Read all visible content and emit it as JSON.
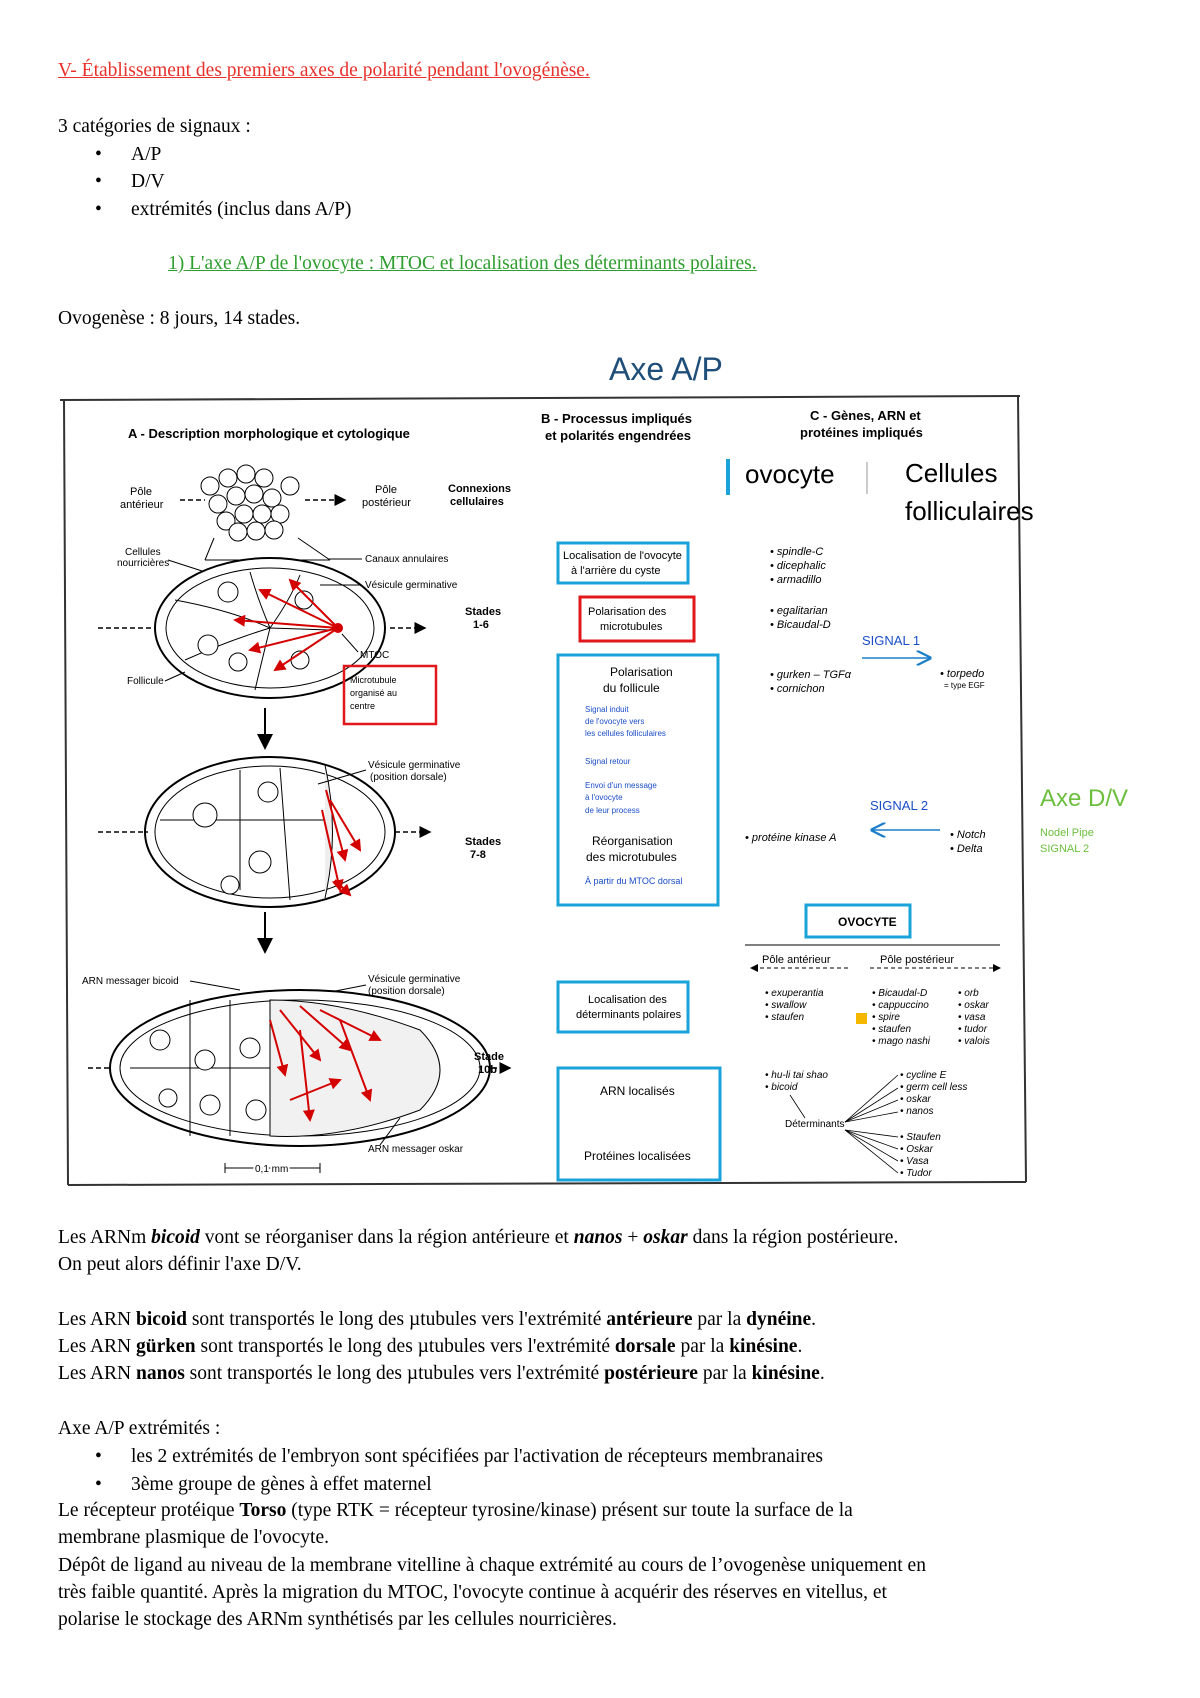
{
  "heading_v": "V- Établissement des premiers axes de polarité pendant l'ovogénèse.",
  "signals_intro": "3 catégories de signaux :",
  "signal_items": [
    "A/P",
    "D/V",
    "extrémités (inclus dans A/P)"
  ],
  "subheading_1": "1)  L'axe A/P de l'ovocyte : MTOC et localisation des déterminants polaires.",
  "ovogenese": "Ovogenèse : 8 jours, 14 stades.",
  "figure": {
    "title": "Axe A/P",
    "col_a": "A - Description morphologique et cytologique",
    "col_b1": "B - Processus impliqués",
    "col_b2": "et polarités engendrées",
    "col_c1": "C - Gènes, ARN et",
    "col_c2": "protéines impliqués",
    "ovocyte_label": "ovocyte",
    "cellules_1": "Cellules",
    "cellules_2": "folliculaires",
    "pole_ant_1": "Pôle",
    "pole_ant_2": "antérieur",
    "pole_post_1": "Pôle",
    "pole_post_2": "postérieur",
    "connexions_1": "Connexions",
    "connexions_2": "cellulaires",
    "cellules_nourr_1": "Cellules",
    "cellules_nourr_2": "nourricières",
    "canaux": "Canaux annulaires",
    "vesicule": "Vésicule germinative",
    "stades_16_1": "Stades",
    "stades_16_2": "1-6",
    "mtoc": "MTOC",
    "follicule": "Follicule",
    "microtubule_1": "Microtubule",
    "microtubule_2": "organisé au",
    "microtubule_3": "centre",
    "vesicule_dorsale_1": "Vésicule germinative",
    "vesicule_dorsale_2": "(position dorsale)",
    "stades_78_1": "Stades",
    "stades_78_2": "7-8",
    "arn_bicoid": "ARN messager bicoid",
    "vesicule_dorsale_3": "Vésicule germinative",
    "vesicule_dorsale_4": "(position dorsale)",
    "stade_10_1": "Stade",
    "stade_10_2": "10b",
    "arn_oskar": "ARN messager oskar",
    "scale": "0,1 mm",
    "box_localisation_1": "Localisation de l'ovocyte",
    "box_localisation_2": "à l'arrière du cyste",
    "box_polarisation_1": "Polarisation des",
    "box_polarisation_2": "microtubules",
    "box_follicule_1": "Polarisation",
    "box_follicule_2": "du follicule",
    "box_follicule_small": [
      "Signal induit",
      "de l'ovocyte vers",
      "les cellules folliculaires",
      "",
      "Signal retour",
      "",
      "Envoi d'un message",
      "à l'ovocyte",
      "de leur process"
    ],
    "box_reorg_1": "Réorganisation",
    "box_reorg_2": "des microtubules",
    "box_reorg_small": "À partir du MTOC dorsal",
    "genes_1": [
      "• spindle-C",
      "• dicephalic",
      "• armadillo"
    ],
    "genes_2": [
      "• egalitarian",
      "• Bicaudal-D"
    ],
    "signal1": "SIGNAL 1",
    "gurken": [
      "• gurken – TGFα",
      "• cornichon"
    ],
    "torpedo": [
      "• torpedo",
      "= type EGF"
    ],
    "axe_dv": "Axe D/V",
    "nodel_1": "Nodel Pipe",
    "nodel_2": "SIGNAL 2",
    "signal2": "SIGNAL 2",
    "kinase": "• protéine kinase A",
    "notch": [
      "• Notch",
      "• Delta"
    ],
    "ovocyte_box": "OVOCYTE",
    "pole_anterieur": "Pôle antérieur",
    "pole_posterieur": "Pôle postérieur",
    "box_determinants_1": "Localisation des",
    "box_determinants_2": "déterminants polaires",
    "ant_genes": [
      "• exuperantia",
      "• swallow",
      "• staufen"
    ],
    "post_genes": [
      "• Bicaudal-D",
      "• cappuccino",
      "• spire",
      "• staufen",
      "• mago nashi"
    ],
    "post_genes_2": [
      "• orb",
      "• oskar",
      "• vasa",
      "• tudor",
      "• valois"
    ],
    "box_arn": "ARN localisés",
    "box_proteines": "Protéines localisées",
    "arn_list": [
      "• hu-li tai shao",
      "• bicoid"
    ],
    "determinants": "Déterminants",
    "right_list_1": [
      "• cycline E",
      "• germ cell less",
      "• oskar",
      "• nanos"
    ],
    "right_list_2": [
      "• Staufen",
      "• Oskar",
      "• Vasa",
      "• Tudor"
    ]
  },
  "p1_a": "Les ARNm ",
  "p1_b": "bicoid",
  "p1_c": " vont se réorganiser dans la région antérieure et ",
  "p1_d": "nanos",
  "p1_e": " + ",
  "p1_f": "oskar",
  "p1_g": " dans la région postérieure.",
  "p1_line2": "On peut alors définir l'axe D/V.",
  "l1": [
    "Les ARN ",
    "bicoid",
    " sont transportés le long des µtubules vers l'extrémité ",
    "antérieure",
    " par la ",
    "dynéine",
    "."
  ],
  "l2": [
    "Les ARN ",
    "gürken",
    " sont transportés le long des µtubules vers l'extrémité ",
    "dorsale",
    " par la ",
    "kinésine",
    "."
  ],
  "l3": [
    "Les ARN ",
    "nanos",
    " sont transportés le long des µtubules vers l'extrémité ",
    "postérieure",
    " par la ",
    "kinésine",
    "."
  ],
  "axe_ext": "Axe A/P extrémités :",
  "ext_items": [
    "les 2 extrémités de l'embryon sont spécifiées par l'activation de récepteurs membranaires",
    "3ème groupe de gènes à effet maternel"
  ],
  "torso_a": "Le récepteur protéique ",
  "torso_b": "Torso",
  "torso_c": " (type RTK = récepteur tyrosine/kinase) présent sur toute la surface de la",
  "torso_line2": "membrane plasmique de l'ovocyte.",
  "depot_1": "Dépôt de ligand au niveau de la membrane vitelline à chaque extrémité au cours de l’ovogenèse uniquement en",
  "depot_2": "très faible quantité. Après la migration du MTOC, l'ovocyte continue à acquérir des réserves en vitellus, et",
  "depot_3": "polarise le stockage des ARNm synthétisés par les cellules nourricières.",
  "colors": {
    "red_heading": "#e8312b",
    "green_heading": "#2e9e2e",
    "blue_box": "#1aa3d9",
    "red_box": "#e0171b",
    "microtubule_red": "#d40000"
  }
}
